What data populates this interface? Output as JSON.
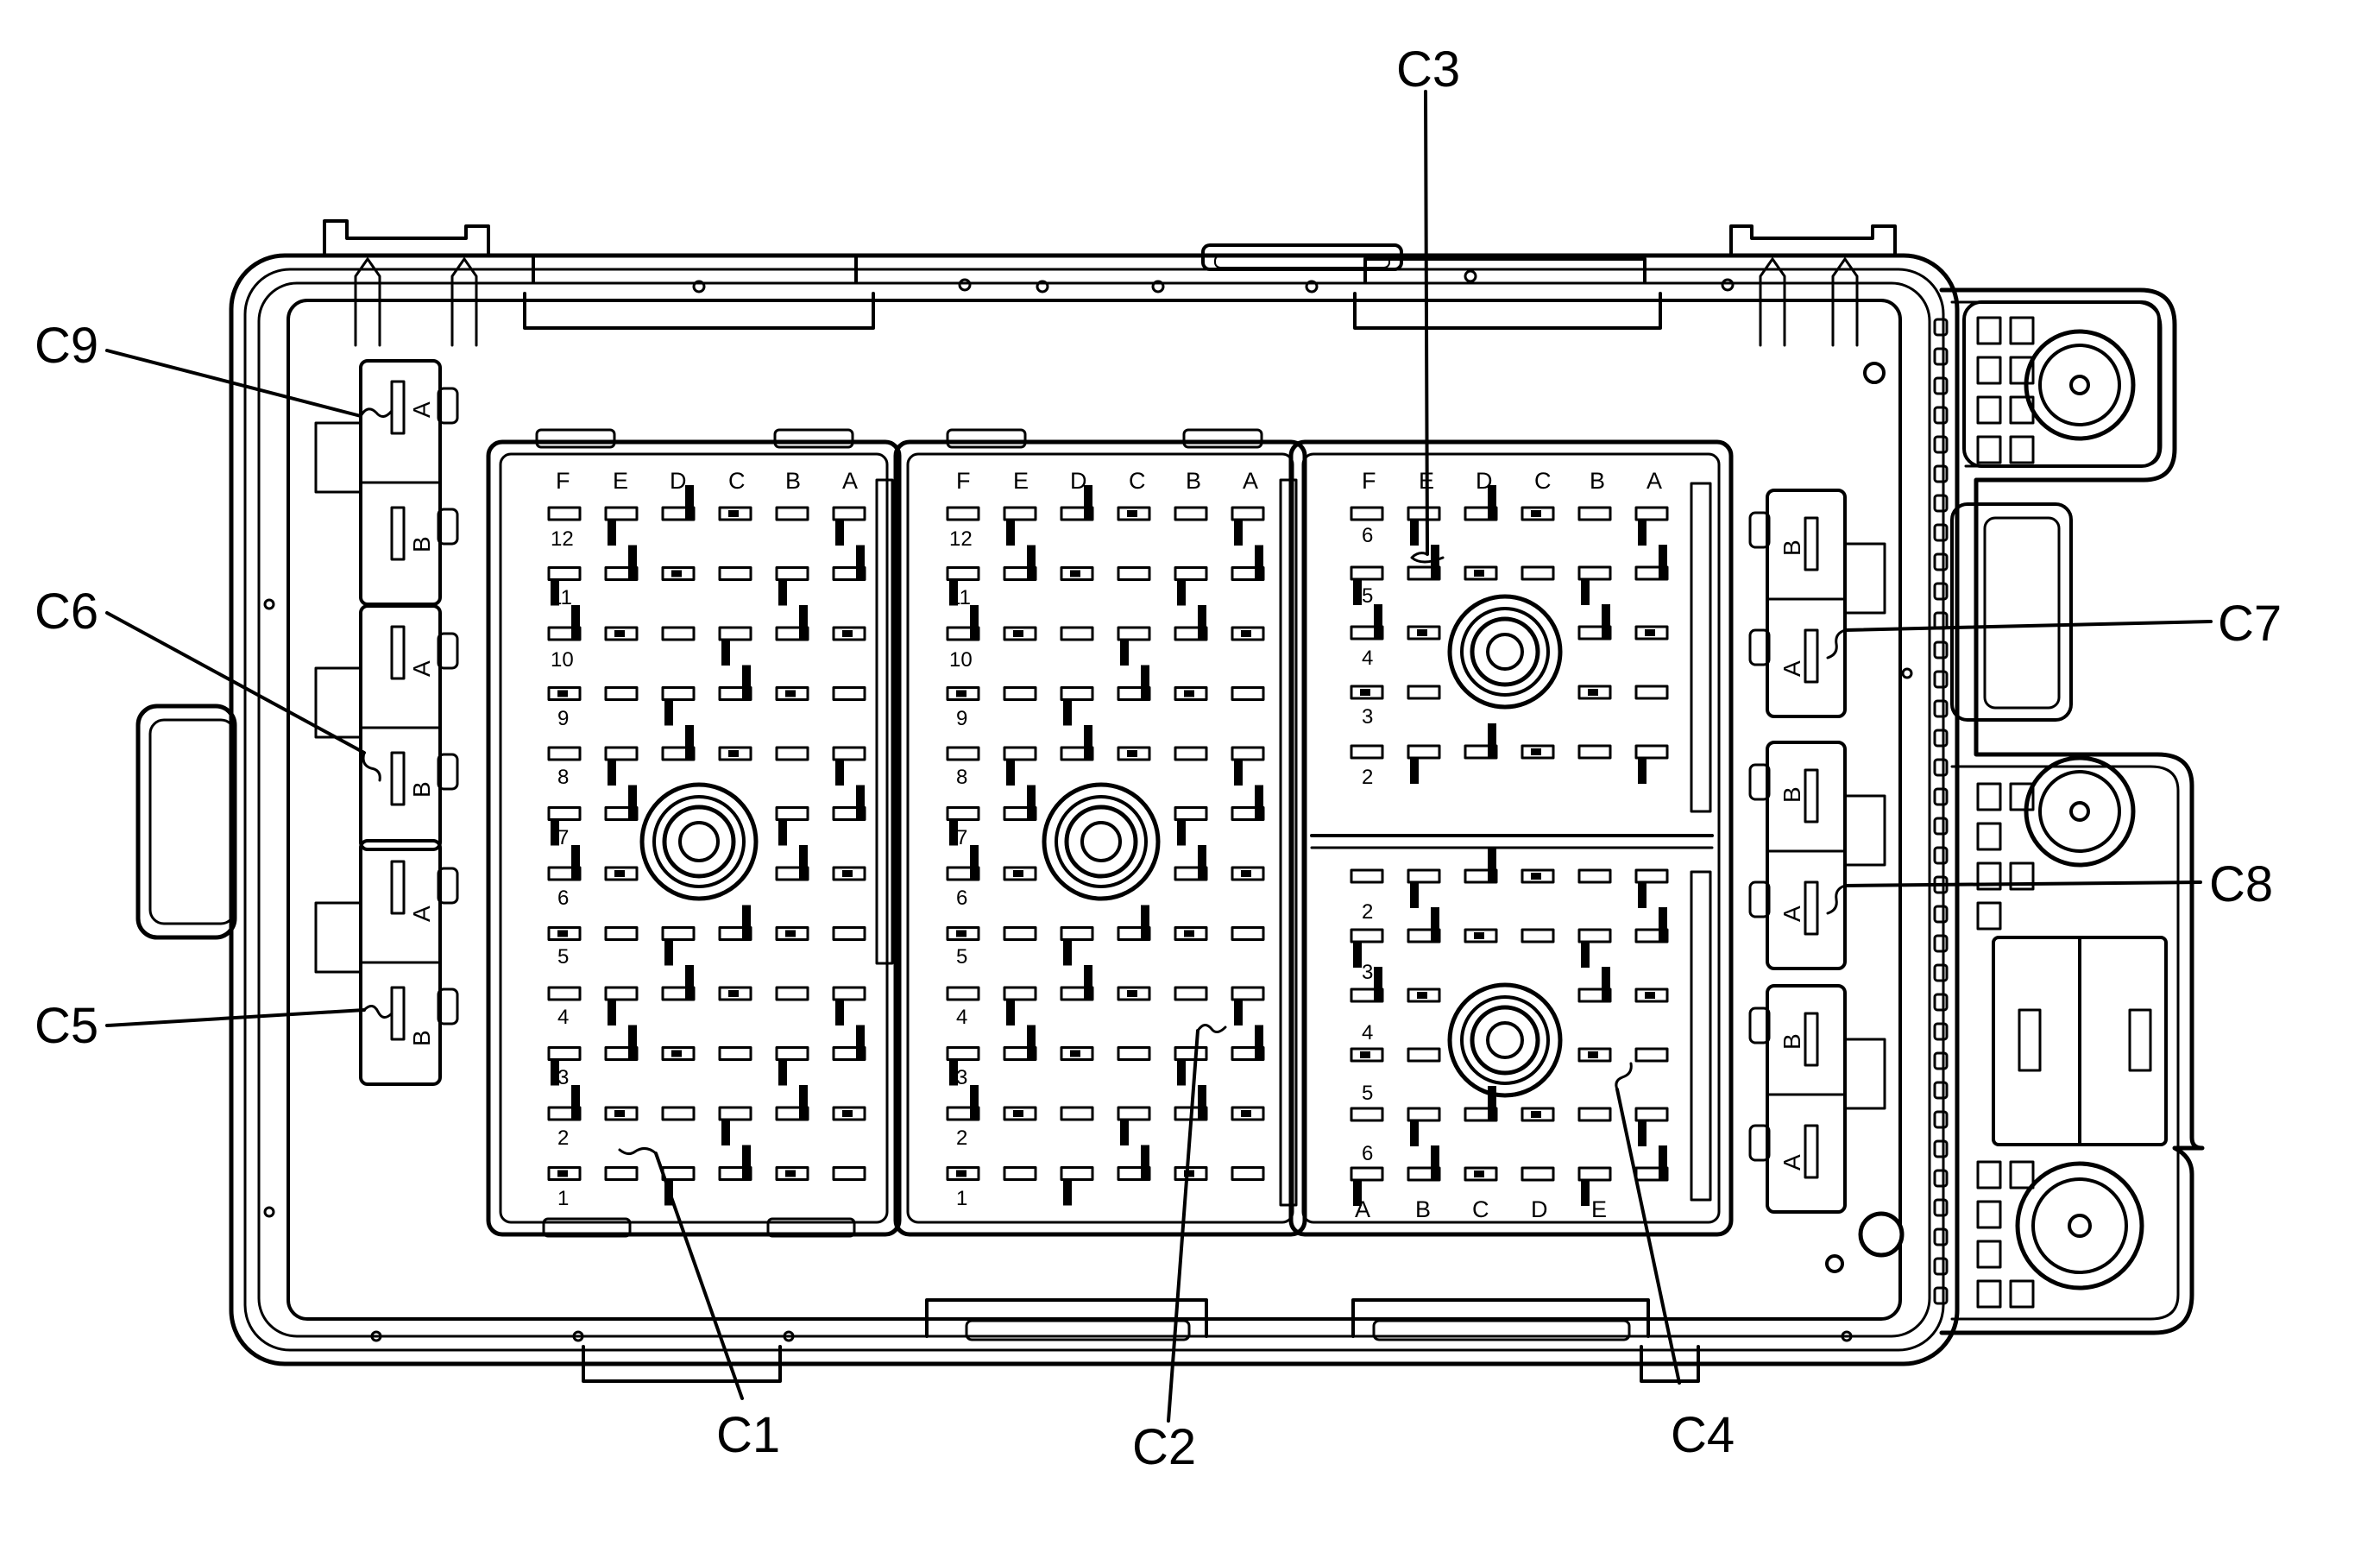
{
  "callouts": [
    {
      "label": "C1"
    },
    {
      "label": "C2"
    },
    {
      "label": "C3"
    },
    {
      "label": "C4"
    },
    {
      "label": "C5"
    },
    {
      "label": "C6"
    },
    {
      "label": "C7"
    },
    {
      "label": "C8"
    },
    {
      "label": "C9"
    }
  ],
  "c1": {
    "cols": [
      "F",
      "E",
      "D",
      "C",
      "B",
      "A"
    ],
    "rows": [
      "12",
      "11",
      "10",
      "9",
      "8",
      "7",
      "6",
      "5",
      "4",
      "3",
      "2",
      "1"
    ]
  },
  "c2": {
    "cols": [
      "F",
      "E",
      "D",
      "C",
      "B",
      "A"
    ],
    "rows": [
      "12",
      "11",
      "10",
      "9",
      "8",
      "7",
      "6",
      "5",
      "4",
      "3",
      "2",
      "1"
    ]
  },
  "c3": {
    "cols": [
      "F",
      "E",
      "D",
      "C",
      "B",
      "A"
    ],
    "rows": [
      "6",
      "5",
      "4",
      "3",
      "2"
    ]
  },
  "c4": {
    "cols": [
      "A",
      "B",
      "C",
      "D",
      "E"
    ],
    "rows": [
      "2",
      "3",
      "4",
      "5",
      "6"
    ]
  },
  "left_connectors": [
    {
      "labels": [
        "A",
        "B"
      ]
    },
    {
      "labels": [
        "A",
        "B"
      ]
    },
    {
      "labels": [
        "A",
        "B"
      ]
    }
  ],
  "right_connectors": [
    {
      "labels": [
        "B",
        "A"
      ]
    },
    {
      "labels": [
        "B",
        "A"
      ]
    },
    {
      "labels": [
        "B",
        "A"
      ]
    }
  ]
}
